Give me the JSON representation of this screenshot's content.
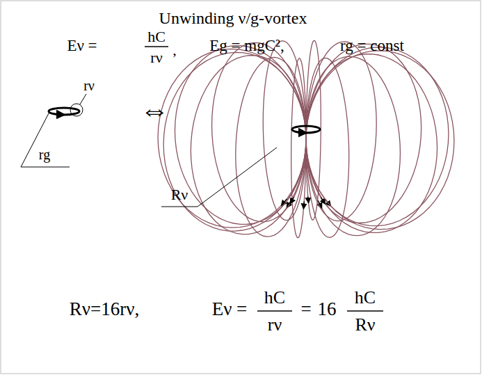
{
  "diagram": {
    "title": "Unwinding ν/g-vortex",
    "labels": [
      "Eν =",
      "hC",
      "rν",
      ",",
      "Eg = mgC²,",
      "rg = const",
      "rν",
      "⇔",
      "rg",
      "Rν",
      "Rν=16rν,",
      "Eν =",
      "hC",
      "rν",
      "=",
      "16",
      "hC",
      "Rν"
    ]
  }
}
